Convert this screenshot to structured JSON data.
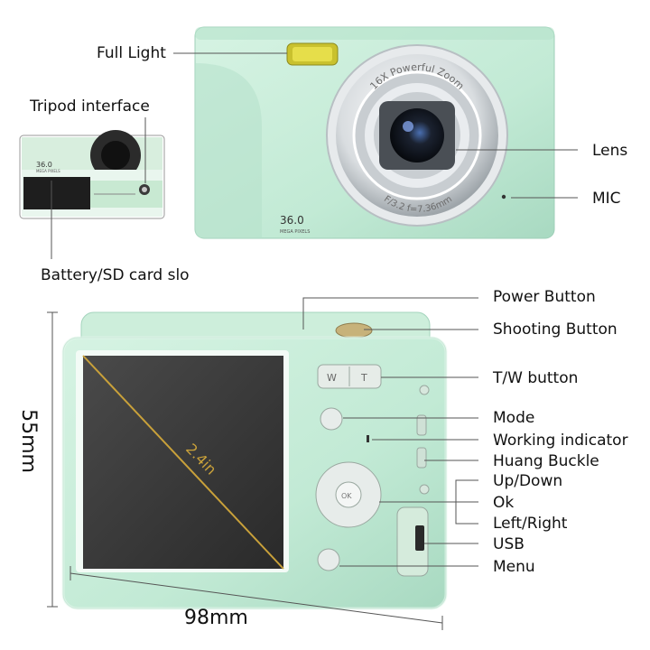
{
  "labels": {
    "full_light": "Full Light",
    "tripod_interface": "Tripod interface",
    "battery_sd": "Battery/SD card slo",
    "lens": "Lens",
    "mic": "MIC",
    "power_button": "Power Button",
    "shooting_button": "Shooting Button",
    "tw_button": "T/W button",
    "mode": "Mode",
    "working_indicator": "Working indicator",
    "huang_buckle": "Huang Buckle",
    "up_down": "Up/Down",
    "ok": "Ok",
    "left_right": "Left/Right",
    "usb": "USB",
    "menu": "Menu"
  },
  "camera_text": {
    "zoom_ring": "16X Powerful Zoom",
    "aperture_ring": "F/3.2 f=7.36mm",
    "megapixels_front": "36.0",
    "megapixels_front_sub": "MEGA PIXELS",
    "megapixels_inset": "36.0",
    "megapixels_inset_sub": "MEGA PIXELS",
    "screen_size": "2.4in",
    "tw_w": "W",
    "tw_t": "T",
    "ok_btn": "OK"
  },
  "dimensions": {
    "height": "55mm",
    "width": "98mm"
  },
  "colors": {
    "body_green": "#c3ecd6",
    "body_shadow": "#a9dcc3",
    "screen": "#3a3a3a",
    "diagonal": "#c9a13a"
  }
}
